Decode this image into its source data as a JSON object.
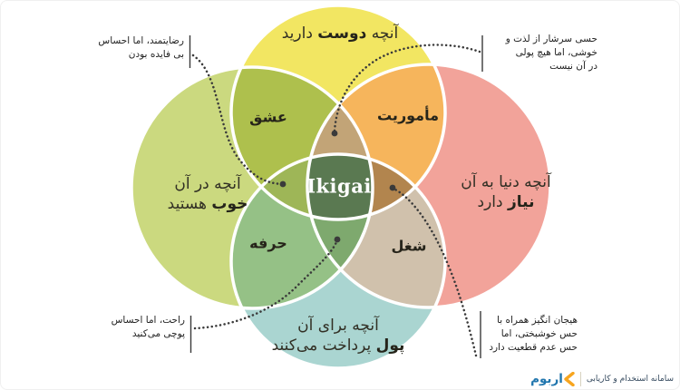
{
  "diagram_title": "Ikigai",
  "circles": {
    "top": {
      "pre": "آنچه ",
      "bold": "دوست",
      "post": " دارید",
      "color": "#f2e662"
    },
    "left": {
      "line1": "آنچه در آن",
      "bold": "خوب",
      "post": " هستید",
      "color": "#cbd97f"
    },
    "right": {
      "line1": "آنچه دنیا به آن",
      "bold": "نیاز",
      "post": " دارد",
      "color": "#f2a39a"
    },
    "bottom": {
      "line1": "آنچه برای آن",
      "bold": "پول",
      "post": " پرداخت می‌کنند",
      "color": "#aad5d1"
    }
  },
  "intersections": {
    "love": {
      "label": "عشق",
      "color": "#aec04d"
    },
    "mission": {
      "label": "مأموریت",
      "color": "#f6b55c"
    },
    "profession": {
      "label": "حرفه",
      "color": "#95c186"
    },
    "vocation": {
      "label": "شغل",
      "color": "#d0c1ac"
    },
    "petal_top": {
      "color": "#c2a477"
    },
    "petal_left": {
      "color": "#9eb657"
    },
    "petal_right": {
      "color": "#b2854e"
    },
    "petal_bottom": {
      "color": "#7ea96e"
    },
    "center": {
      "label": "Ikigai",
      "color": "#5a7951"
    }
  },
  "annotations": [
    {
      "lines": [
        "رضایتمند، اما احساس",
        "بی فایده بودن"
      ]
    },
    {
      "lines": [
        "حسی سرشار از لذت و",
        "خوشی، اما هیچ پولی",
        "در آن نیست"
      ]
    },
    {
      "lines": [
        "راحت، اما احساس",
        "پوچی می‌کنید"
      ]
    },
    {
      "lines": [
        "هیجان انگیز همراه با",
        "حس خوشبختی، اما",
        "حس عدم قطعیت دارد"
      ]
    }
  ],
  "style": {
    "outline": "#ffffff",
    "dots": "#3a3a3a"
  },
  "footer": {
    "brand_wordmark": "کاربوم",
    "brand_letters": "اربوم",
    "tagline": "سامانه استخدام و کاریابی",
    "brand_blue": "#2176ae",
    "brand_orange": "#f7a51f"
  }
}
